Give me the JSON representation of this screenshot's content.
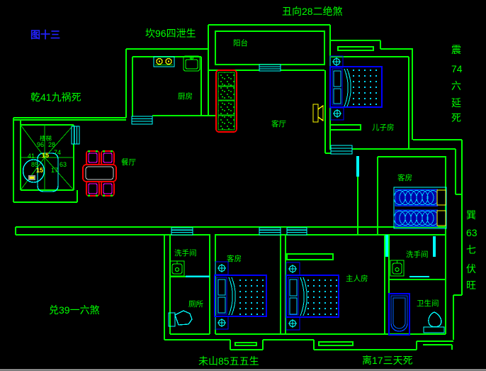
{
  "title": "图十三",
  "annotations": {
    "top_center": "坎96四泄生",
    "top_right": "丑向28二绝煞",
    "west": "乾41九祸死",
    "southwest": "兑39一六煞",
    "south_left": "未山85五五生",
    "south_right": "离17三天死",
    "east": {
      "full": "震74六延死",
      "chars": [
        "震",
        "74",
        "六",
        "延",
        "死"
      ]
    },
    "southeast": {
      "full": "巽63七伏旺",
      "chars": [
        "巽",
        "63",
        "七",
        "伏",
        "旺"
      ]
    }
  },
  "rooms": {
    "balcony": "阳台",
    "kitchen": "厨房",
    "living": "客厅",
    "dining": "餐厅",
    "son": "儿子房",
    "guest_top": "客房",
    "guest_mid": "客房",
    "wash_left": "洗手间",
    "wash_right": "洗手间",
    "toilet": "厕所",
    "master": "主人房",
    "bath": "卫生间"
  },
  "compass": {
    "label": "楼梯",
    "numbers": [
      "96",
      "28",
      "41",
      "74",
      "85",
      "63",
      "17"
    ],
    "highlights": [
      "15",
      "15"
    ]
  },
  "colors": {
    "wall": "#00ff00",
    "fixture": "#00ffff",
    "furniture": "#0000ff",
    "accent": "#ff0000",
    "accent2": "#ff00ff",
    "highlight": "#ffff00",
    "title": "#2222ff",
    "text": "#00ff00"
  }
}
